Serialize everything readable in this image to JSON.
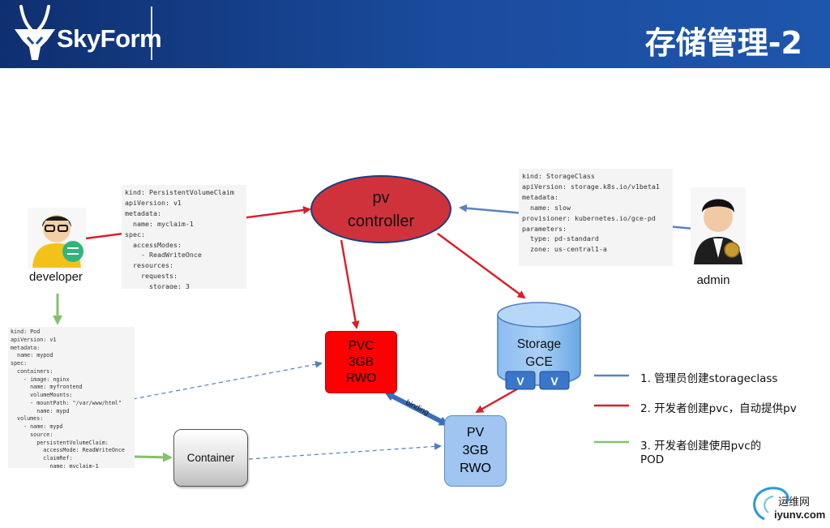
{
  "header": {
    "logo_text": "SkyForm",
    "title": "存储管理-2"
  },
  "colors": {
    "header_blue": "#1a4c9e",
    "controller_red": "#d0323c",
    "pvc_red": "#ff0000",
    "pv_blue": "#9fc5f0",
    "storage_blue": "#6aa7e6",
    "legend_blue": "#5b82bd",
    "legend_red": "#d91e2a",
    "legend_green": "#86c06b"
  },
  "nodes": {
    "developer": {
      "label": "developer",
      "icon": "developer-avatar-icon"
    },
    "admin": {
      "label": "admin",
      "icon": "admin-avatar-icon"
    },
    "controller": {
      "line1": "pv",
      "line2": "controller"
    },
    "pvc": {
      "line1": "PVC",
      "line2": "3GB",
      "line3": "RWO"
    },
    "storage": {
      "line1": "Storage",
      "line2": "GCE",
      "volume_label": "V"
    },
    "pv": {
      "line1": "PV",
      "line2": "3GB",
      "line3": "RWO"
    },
    "container": {
      "label": "Container"
    }
  },
  "edge_labels": {
    "binding": "binding"
  },
  "code_blocks": {
    "pvc_yaml": "kind: PersistentVolumeClaim\napiVersion: v1\nmetadata:\n  name: myclaim-1\nspec:\n  accessModes:\n    - ReadWriteOnce\n  resources:\n    requests:\n      storage: 3",
    "storageclass_yaml": "kind: StorageClass\napiVersion: storage.k8s.io/v1beta1\nmetadata:\n  name: slow\nprovisioner: kubernetes.io/gce-pd\nparameters:\n  type: pd-standard\n  zone: us-central1-a",
    "pod_yaml": "kind: Pod\napiVersion: v1\nmetadata:\n  name: mypod\nspec:\n  containers:\n    - image: nginx\n      name: myfrontend\n      volumeMounts:\n      - mountPath: \"/var/www/html\"\n        name: mypd\n  volumes:\n    - name: mypd\n      source:\n        persistentVolumeClaim:\n          accessMode: ReadWriteOnce\n          claimRef:\n            name: myclaim-1"
  },
  "legend": [
    {
      "text": "1. 管理员创建storageclass",
      "color": "#5b82bd"
    },
    {
      "text": "2. 开发者创建pvc，自动提供pv",
      "color": "#d91e2a"
    },
    {
      "text_line1": "3. 开发者创建使用pvc的",
      "text_line2": "POD",
      "color": "#86c06b"
    }
  ],
  "watermark": {
    "top": "运维网",
    "bottom": "iyunv.com"
  }
}
